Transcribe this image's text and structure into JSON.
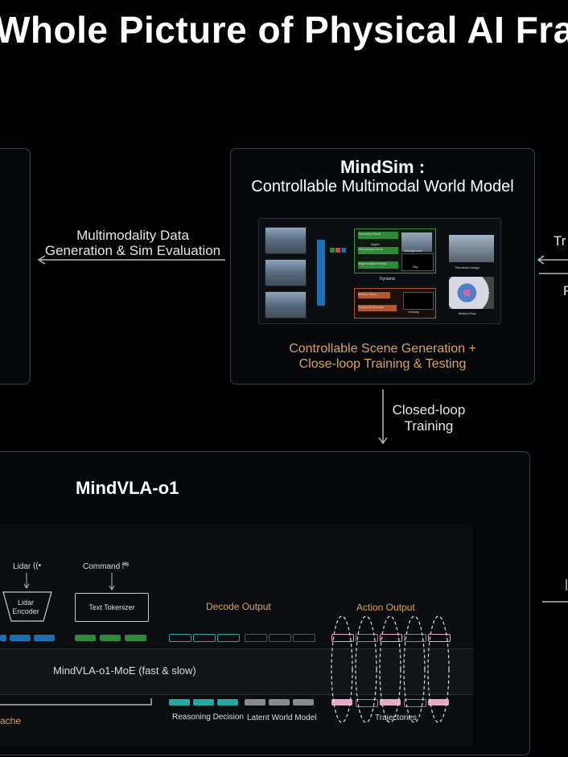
{
  "title": "Whole Picture of Physical AI Fra",
  "mindsim": {
    "title": "MindSim :",
    "subtitle": "Controllable Multimodal World Model",
    "caption_line1": "Controllable Scene Generation +",
    "caption_line2": "Close-loop Training & Testing",
    "figure": {
      "geometry_head": "Geometry Head",
      "depth": "Depth",
      "occupancy_head": "Occupancy Head",
      "segmentation_head": "Segmentation Head",
      "background": "Background",
      "sky": "Sky",
      "dynamic": "Dynamic",
      "motion_head": "Motion Head",
      "temporal_decoder": "Temporal Decoder",
      "velocity": "Velocity",
      "rendered_image": "Rendered Image",
      "motion_flow": "Motion Flow"
    }
  },
  "left_arrow_label": {
    "line1": "Multimodality Data",
    "line2": "Generation & Sim Evaluation"
  },
  "down_arrow_label": {
    "line1": "Closed-loop",
    "line2": "Training"
  },
  "right_edge": {
    "top": "Tr",
    "bottom": "F"
  },
  "mindvla": {
    "title": "MindVLA-o1",
    "lidar_label": "Lidar",
    "lidar_encoder": "Lidar\nEncoder",
    "command_label": "Command",
    "text_tokenizer": "Text Tokenizer",
    "decode_output": "Decode Output",
    "action_output": "Action Output",
    "moe_label": "MindVLA-o1-MoE (fast & slow)",
    "reasoning_decision": "Reasoning Decision",
    "latent_world_model": "Latent World Model",
    "trajectories": "Trajectories",
    "cache_label": "ache"
  },
  "colors": {
    "blue_token": "#1f6fb0",
    "green_token": "#2e8a3a",
    "pink_token": "#e7a8c8",
    "teal_token": "#2aa6a0",
    "orange_text": "#d9a266"
  }
}
